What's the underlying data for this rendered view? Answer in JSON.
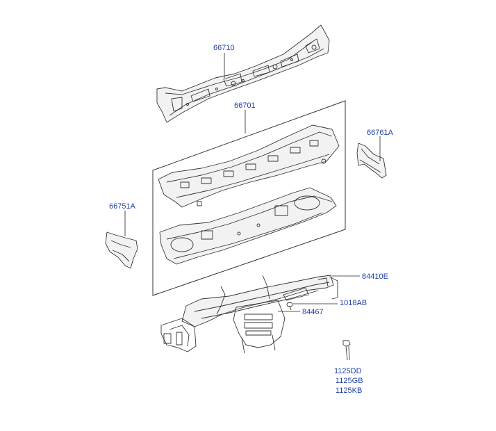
{
  "labels": {
    "cowl_top_panel": "66710",
    "cowl_panel_assembly": "66701",
    "side_bracket_rh": "66761A",
    "side_bracket_lh": "66751A",
    "crossmember": "84410E",
    "bolt_1": "1018AB",
    "bracket": "84467",
    "bolt_2_a": "1125DD",
    "bolt_2_b": "1125GB",
    "bolt_2_c": "1125KB"
  },
  "colors": {
    "label_text": "#1f3fa8",
    "line": "#333333"
  }
}
